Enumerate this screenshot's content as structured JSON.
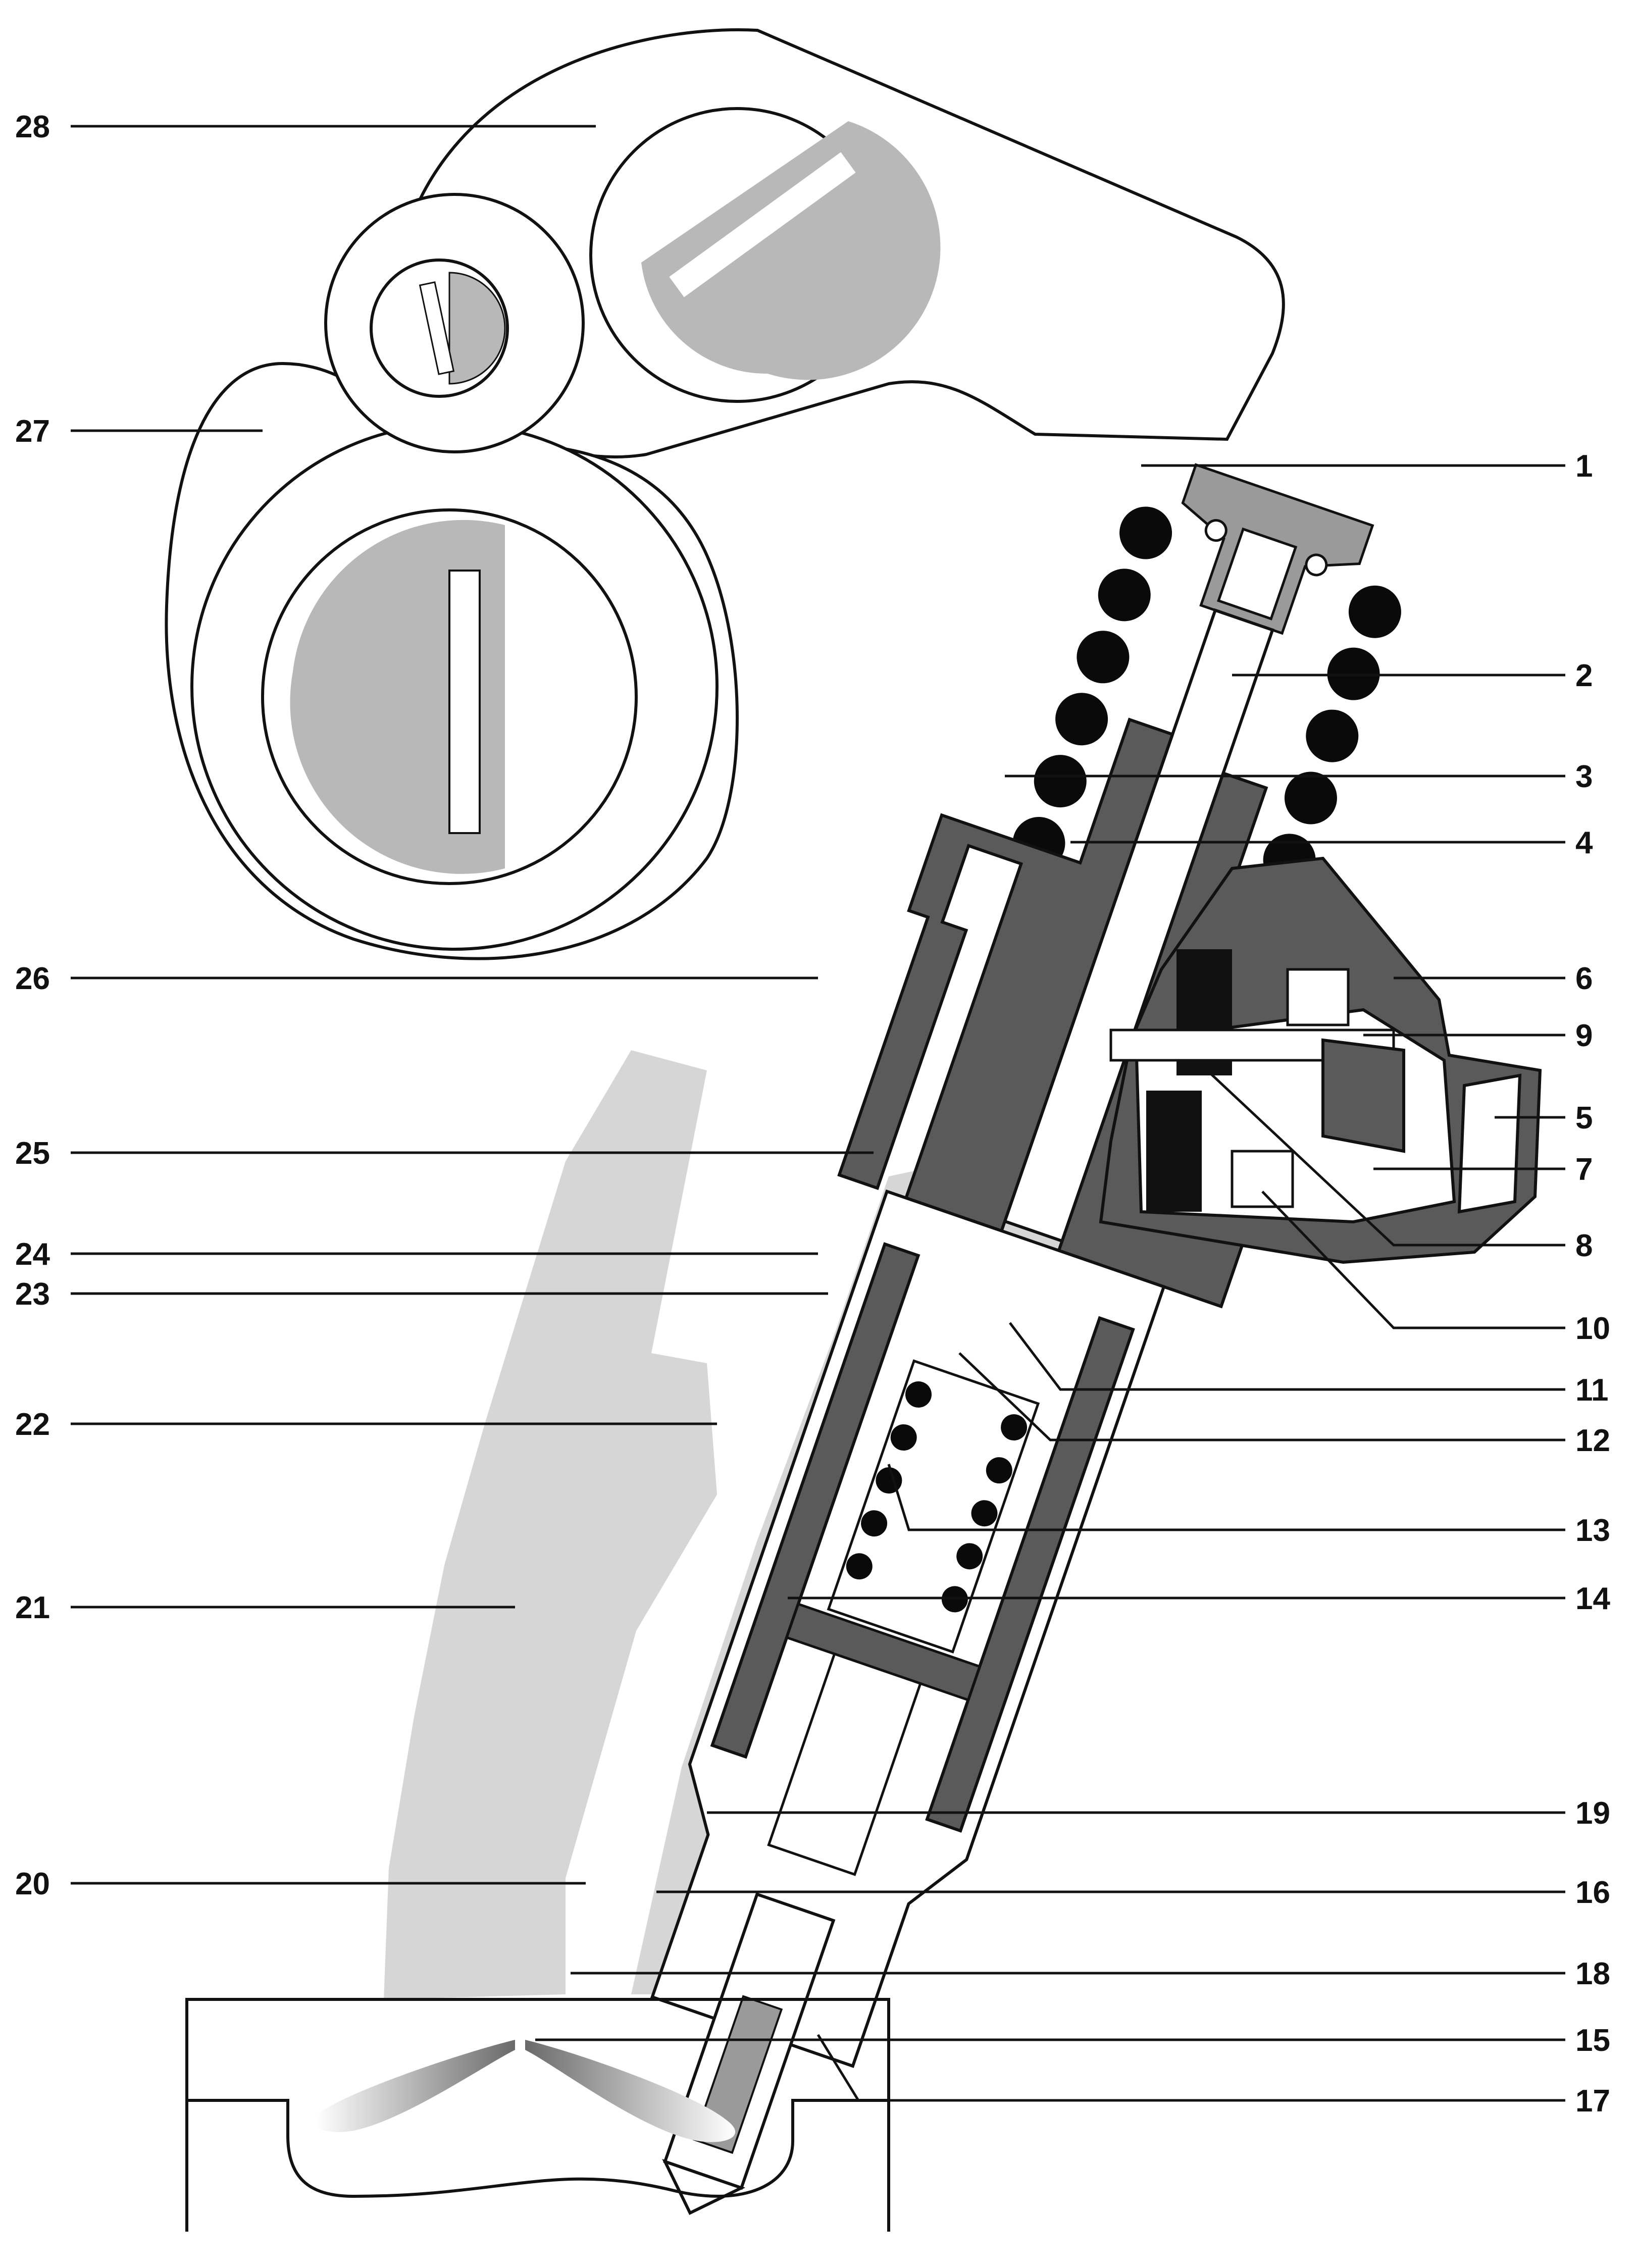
{
  "labels_left": [
    "28",
    "27",
    "26",
    "25",
    "24",
    "23",
    "22",
    "21",
    "20"
  ],
  "labels_right": [
    "1",
    "2",
    "3",
    "4",
    "6",
    "9",
    "5",
    "7",
    "8",
    "10",
    "11",
    "12",
    "13",
    "14",
    "19",
    "16",
    "18",
    "15",
    "17"
  ],
  "colors": {
    "ink": "#111111",
    "section_dark": "#5a5a5a",
    "section_mid": "#8a8a8a",
    "engine_block_fill": "#d6d6d6",
    "spray_fill": "#7a7a7a"
  }
}
